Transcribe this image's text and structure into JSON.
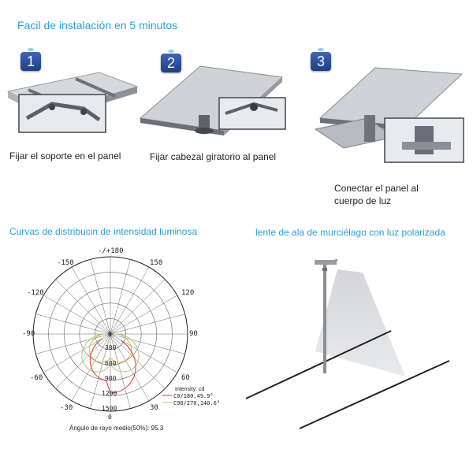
{
  "header": {
    "title": "Facil de instalación en 5 minutos"
  },
  "steps": [
    {
      "number": "1",
      "caption": "Fijar el soporte en el panel"
    },
    {
      "number": "2",
      "caption": "Fijar cabezal giratorio al panel"
    },
    {
      "number": "3",
      "caption_line1": "Conectar el panel al",
      "caption_line2": "cuerpo de luz"
    }
  ],
  "polar_section": {
    "title": "Curvas de distribucin de intensidad luminosa",
    "angle_labels": {
      "top": "-/+180",
      "l150": "-150",
      "r150": "150",
      "l120": "-120",
      "r120": "120",
      "l90": "-90",
      "r90": "90",
      "l60": "-60",
      "r60": "60",
      "l30": "-30",
      "r30": "30",
      "bottom": "0"
    },
    "radial_labels": [
      "0",
      "300",
      "600",
      "900",
      "1200",
      "1500"
    ],
    "legend": {
      "title": "Intensity: cd",
      "c0": "C0/180,49.9°",
      "c90": "C90/270,140.6°"
    },
    "colors": {
      "c0": "#d33a3a",
      "c90": "#9fcf7a",
      "extra": "#d8b640"
    },
    "beam_angle": "Ángulo de rayo medio(50%): 95.3"
  },
  "lens_section": {
    "title": "lente de ala de murciélago con luz polarizada"
  }
}
